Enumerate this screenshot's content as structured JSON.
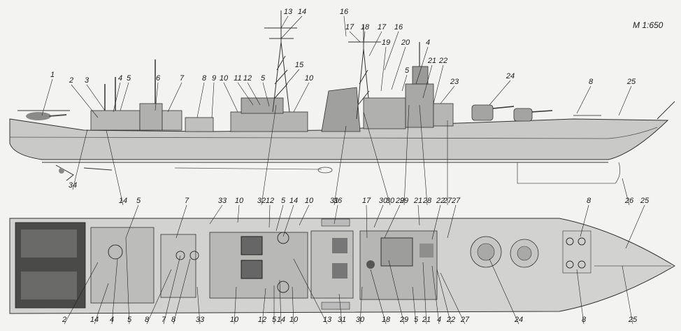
{
  "scale_label": "M 1:650",
  "side_view": {
    "labels": [
      {
        "text": "1"
      },
      {
        "text": "2"
      },
      {
        "text": "3"
      },
      {
        "text": "4"
      },
      {
        "text": "5"
      },
      {
        "text": "6"
      },
      {
        "text": "7"
      },
      {
        "text": "8"
      },
      {
        "text": "9"
      },
      {
        "text": "10"
      },
      {
        "text": "11"
      },
      {
        "text": "12"
      },
      {
        "text": "5"
      },
      {
        "text": "10"
      },
      {
        "text": "13"
      },
      {
        "text": "14"
      },
      {
        "text": "15"
      },
      {
        "text": "16"
      },
      {
        "text": "17"
      },
      {
        "text": "18"
      },
      {
        "text": "17"
      },
      {
        "text": "16"
      },
      {
        "text": "19"
      },
      {
        "text": "20"
      },
      {
        "text": "4"
      },
      {
        "text": "5"
      },
      {
        "text": "21"
      },
      {
        "text": "22"
      },
      {
        "text": "23"
      },
      {
        "text": "24"
      },
      {
        "text": "8"
      },
      {
        "text": "25"
      },
      {
        "text": "34"
      },
      {
        "text": "14"
      },
      {
        "text": "32"
      },
      {
        "text": "31"
      },
      {
        "text": "30"
      },
      {
        "text": "29"
      },
      {
        "text": "28"
      },
      {
        "text": "27"
      },
      {
        "text": "26"
      }
    ]
  },
  "plan_view": {
    "labels": [
      {
        "text": "5"
      },
      {
        "text": "7"
      },
      {
        "text": "33"
      },
      {
        "text": "10"
      },
      {
        "text": "12"
      },
      {
        "text": "5"
      },
      {
        "text": "14"
      },
      {
        "text": "10"
      },
      {
        "text": "36"
      },
      {
        "text": "17"
      },
      {
        "text": "30"
      },
      {
        "text": "29"
      },
      {
        "text": "21"
      },
      {
        "text": "22"
      },
      {
        "text": "27"
      },
      {
        "text": "8"
      },
      {
        "text": "25"
      },
      {
        "text": "2"
      },
      {
        "text": "14"
      },
      {
        "text": "4"
      },
      {
        "text": "5"
      },
      {
        "text": "8"
      },
      {
        "text": "7"
      },
      {
        "text": "8"
      },
      {
        "text": "33"
      },
      {
        "text": "10"
      },
      {
        "text": "12"
      },
      {
        "text": "5"
      },
      {
        "text": "14"
      },
      {
        "text": "10"
      },
      {
        "text": "13"
      },
      {
        "text": "31"
      },
      {
        "text": "30"
      },
      {
        "text": "18"
      },
      {
        "text": "29"
      },
      {
        "text": "5"
      },
      {
        "text": "21"
      },
      {
        "text": "4"
      },
      {
        "text": "22"
      },
      {
        "text": "27"
      },
      {
        "text": "24"
      },
      {
        "text": "8"
      },
      {
        "text": "25"
      }
    ]
  }
}
